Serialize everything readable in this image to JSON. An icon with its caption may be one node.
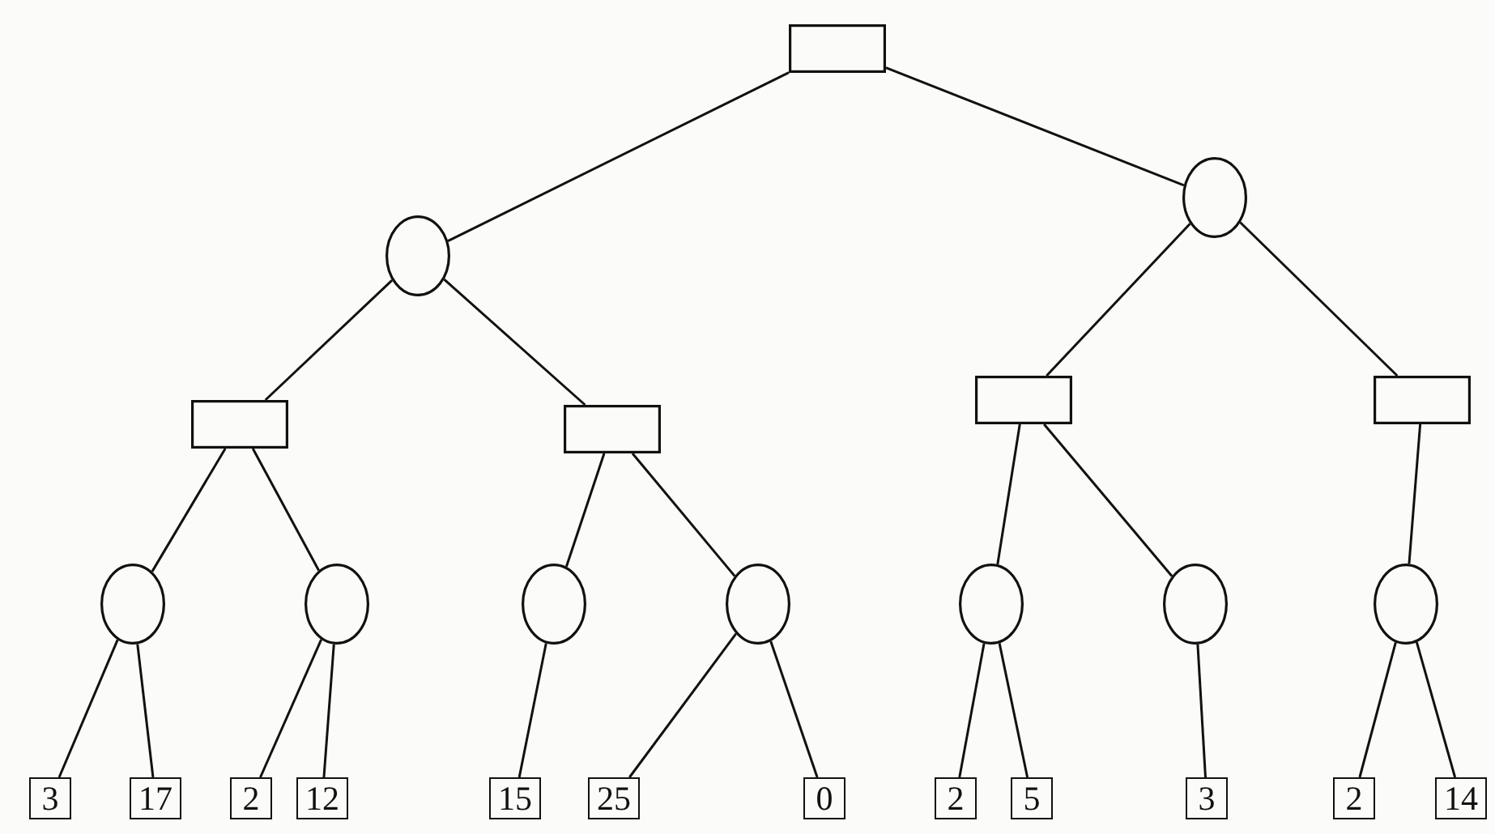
{
  "diagram": {
    "nodes": [
      {
        "text": [],
        "shape": "box"
      },
      {
        "text": [],
        "shape": "circle"
      },
      {
        "text": [],
        "shape": "circle"
      },
      {
        "text": [],
        "shape": "box"
      },
      {
        "text": [],
        "shape": "box"
      },
      {
        "text": [],
        "shape": "box"
      },
      {
        "text": [],
        "shape": "box"
      },
      {
        "text": [],
        "shape": "circle"
      },
      {
        "text": [],
        "shape": "circle"
      },
      {
        "text": [],
        "shape": "circle"
      },
      {
        "text": [],
        "shape": "circle"
      },
      {
        "text": [],
        "shape": "circle"
      },
      {
        "text": [],
        "shape": "circle"
      },
      {
        "text": [],
        "shape": "circle"
      },
      {
        "text": [
          "3"
        ]
      },
      {
        "text": [
          "17"
        ]
      },
      {
        "text": [
          "2"
        ]
      },
      {
        "text": [
          "12"
        ]
      },
      {
        "text": [
          "15"
        ]
      },
      {
        "text": [
          "25"
        ]
      },
      {
        "text": [
          "0"
        ]
      },
      {
        "text": [
          "2"
        ]
      },
      {
        "text": [
          "5"
        ]
      },
      {
        "text": [
          "3"
        ]
      },
      {
        "text": [
          "2"
        ]
      },
      {
        "text": [
          "14"
        ]
      }
    ],
    "edges": [
      {
        "from": 0,
        "to": 1,
        "arrow": "none"
      },
      {
        "from": 0,
        "to": 2,
        "arrow": "none"
      },
      {
        "from": 1,
        "to": 3,
        "arrow": "none"
      },
      {
        "from": 1,
        "to": 4,
        "arrow": "none"
      },
      {
        "from": 2,
        "to": 5,
        "arrow": "none"
      },
      {
        "from": 2,
        "to": 6,
        "arrow": "none"
      },
      {
        "from": 3,
        "to": 7,
        "arrow": "none"
      },
      {
        "from": 3,
        "to": 8,
        "arrow": "none"
      },
      {
        "from": 4,
        "to": 9,
        "arrow": "none"
      },
      {
        "from": 4,
        "to": 10,
        "arrow": "none"
      },
      {
        "from": 5,
        "to": 11,
        "arrow": "none"
      },
      {
        "from": 5,
        "to": 12,
        "arrow": "none"
      },
      {
        "from": 6,
        "to": 13,
        "arrow": "none"
      },
      {
        "from": 7,
        "to": 14,
        "arrow": "none"
      },
      {
        "from": 7,
        "to": 15,
        "arrow": "none"
      },
      {
        "from": 8,
        "to": 16,
        "arrow": "none"
      },
      {
        "from": 8,
        "to": 17,
        "arrow": "none"
      },
      {
        "from": 9,
        "to": 18,
        "arrow": "none"
      },
      {
        "from": 10,
        "to": 19,
        "arrow": "none"
      },
      {
        "from": 10,
        "to": 20,
        "arrow": "none"
      },
      {
        "from": 11,
        "to": 21,
        "arrow": "none"
      },
      {
        "from": 11,
        "to": 22,
        "arrow": "none"
      },
      {
        "from": 12,
        "to": 23,
        "arrow": "none"
      },
      {
        "from": 13,
        "to": 24,
        "arrow": "none"
      },
      {
        "from": 13,
        "to": 25,
        "arrow": "none"
      }
    ]
  }
}
